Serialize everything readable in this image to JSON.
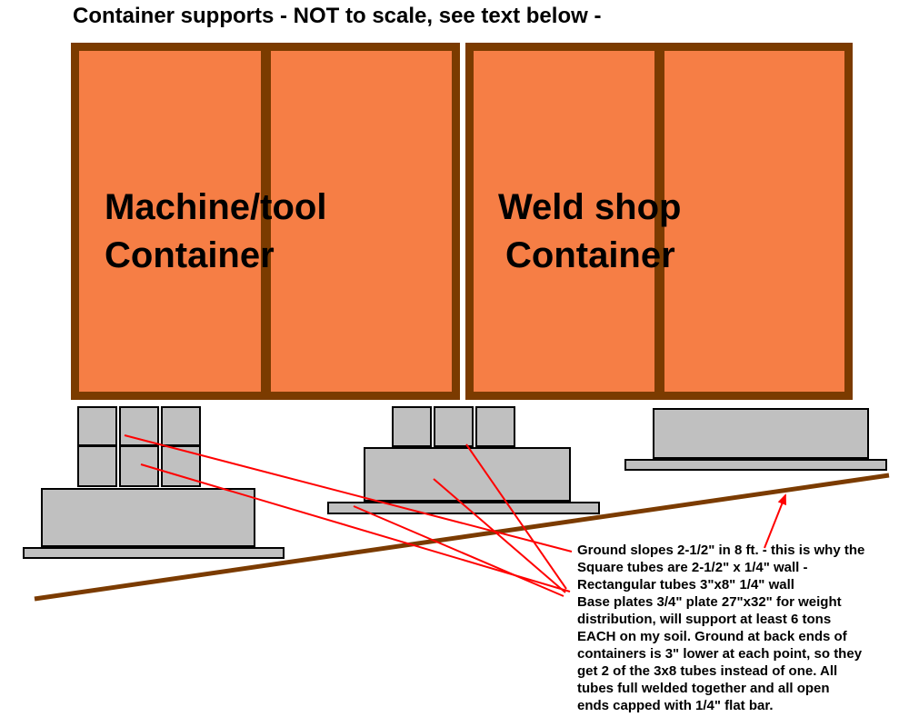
{
  "title": "Container supports - NOT to scale, see text below -",
  "containers": [
    {
      "label_line1": "Machine/tool",
      "label_line2": "Container"
    },
    {
      "label_line1": "Weld shop",
      "label_line2": "Container"
    }
  ],
  "notes": {
    "lines": [
      "Ground slopes 2-1/2\" in 8 ft. - this is why the",
      "Square tubes are 2-1/2\" x 1/4\" wall -",
      "Rectangular tubes  3\"x8\" 1/4\" wall",
      "Base plates 3/4\" plate 27\"x32\" for weight",
      "distribution, will support at least 6 tons",
      "EACH on my soil. Ground at back ends of",
      "containers is 3\" lower at each point, so they",
      "get 2 of the 3x8 tubes instead of one. All",
      "tubes full welded together and all open",
      "ends capped with 1/4\" flat bar."
    ]
  },
  "colors": {
    "background": "#FFFFFF",
    "text": "#000000",
    "container_fill": "#F67E45",
    "container_frame": "#7B3B00",
    "support_fill": "#C0C0C0",
    "support_border": "#000000",
    "ground_line": "#7B3B00",
    "annotation_line": "#FF0000"
  }
}
